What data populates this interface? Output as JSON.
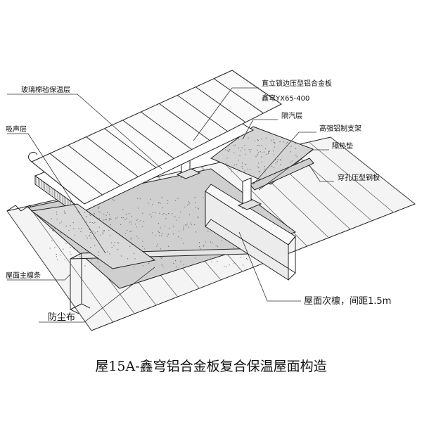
{
  "labels": {
    "glass_wool": "玻璃棉毡保温层",
    "sound_absorb": "吸声层",
    "main_purlin": "屋面主檩条",
    "dust_cloth": "防尘布",
    "top_panel": "直立锁边压型铝合金板",
    "model": "鑫穹YX65-400",
    "vapor_barrier": "隔汽层",
    "alu_bracket": "高强铝制支架",
    "thermal_pad": "隔热垫",
    "perforated_steel": "穿孔压型钢板",
    "sub_purlin": "屋面次檩，间距1.5m"
  },
  "caption": "屋15A-鑫穹铝合金板复合保温屋面构造"
}
